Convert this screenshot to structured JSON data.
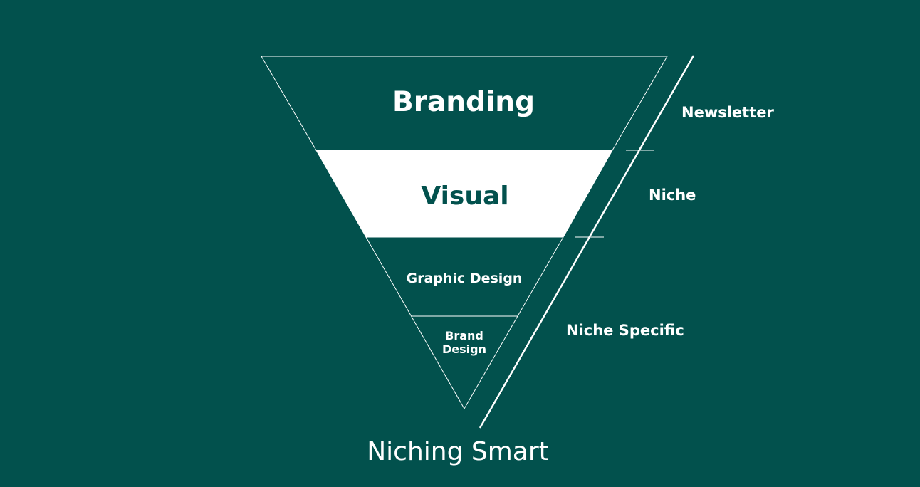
{
  "colors": {
    "background": "#02514d",
    "foreground": "#ffffff",
    "highlight_text": "#02514d"
  },
  "funnel": {
    "levels": [
      {
        "label": "Branding"
      },
      {
        "label": "Visual"
      },
      {
        "label": "Graphic Design"
      },
      {
        "label_lines": [
          "Brand",
          "Design"
        ]
      }
    ]
  },
  "scale": {
    "labels": [
      "Newsletter",
      "Niche",
      "Niche Specific"
    ]
  },
  "caption": "Niching Smart"
}
